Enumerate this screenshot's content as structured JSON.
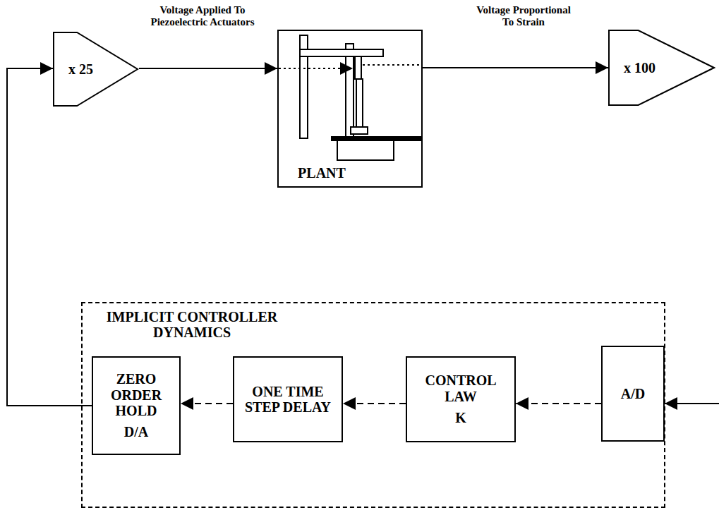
{
  "diagram": {
    "nodes": [
      {
        "text": [
          "x 25"
        ]
      },
      {
        "text": [
          "PLANT"
        ]
      },
      {
        "text": [
          "x 100"
        ]
      },
      {
        "text": [
          "IMPLICIT CONTROLLER DYNAMICS"
        ]
      },
      {
        "text": [
          "ZERO ORDER HOLD",
          "D/A"
        ],
        "in": 3
      },
      {
        "text": [
          "ONE TIME STEP DELAY"
        ],
        "in": 3
      },
      {
        "text": [
          "CONTROL LAW",
          "K"
        ],
        "in": 3
      },
      {
        "text": [
          "A/D"
        ],
        "in": 3
      }
    ],
    "edges": [
      {
        "from": 0,
        "to": 1,
        "arrow": "to",
        "label": "Voltage Applied To Piezoelectric Actuators"
      },
      {
        "from": 1,
        "to": 2,
        "arrow": "to",
        "label": "Voltage Proportional To Strain"
      },
      {
        "from": 7,
        "to": 6,
        "arrow": "to"
      },
      {
        "from": 6,
        "to": 5,
        "arrow": "to"
      },
      {
        "from": 5,
        "to": 4,
        "arrow": "to"
      },
      {
        "from": 4,
        "to": 0,
        "arrow": "to"
      }
    ]
  }
}
